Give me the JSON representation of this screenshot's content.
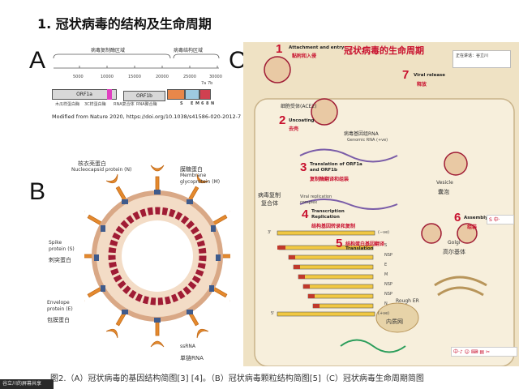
{
  "slide": {
    "title": "1. 冠状病毒的结构及生命周期",
    "caption": "图2.（A）冠状病毒的基因结构简图[3] [4]。（B）冠状病毒颗粒结构简图[5]（C）冠状病毒生命周期简图"
  },
  "panel_a": {
    "letter": "A",
    "region_replication": "病毒复制酶区域",
    "region_structure": "病毒结构区域",
    "ticks": [
      "5000",
      "10000",
      "15000",
      "20000",
      "25000",
      "30000"
    ],
    "orf1a": "ORF1a",
    "orf1b": "ORF1b",
    "sub_labels": [
      "木瓜样蛋白酶",
      "3C样蛋白酶",
      "RNA复合体",
      "RNA聚合酶"
    ],
    "gene_labels": [
      "S",
      "E",
      "M",
      "6",
      "8",
      "N"
    ],
    "top_labels": [
      "7a",
      "7b"
    ],
    "citation": "Modified from Nature 2020, https://doi.org/10.1038/s41586-020-2012-7"
  },
  "panel_b": {
    "letter": "B",
    "nucleocapsid_cn": "核衣壳蛋白",
    "nucleocapsid_en": "Nucleocapsid protein (N)",
    "membrane_cn": "膜糖蛋白",
    "membrane_en1": "Membrane",
    "membrane_en2": "glycoprotein (M)",
    "spike_en1": "Spike",
    "spike_en2": "protein (S)",
    "spike_cn": "刺突蛋白",
    "envelope_en1": "Envelope",
    "envelope_en2": "protein (E)",
    "envelope_cn": "包膜蛋白",
    "ssrna_en": "ssRNA",
    "ssrna_cn": "单链RNA"
  },
  "panel_c": {
    "letter": "C",
    "title": "冠状病毒的生命周期",
    "step1_en1": "Attachment and entry",
    "step1_cn": "黏附和入侵",
    "receptor": "细胞受体(ACE2)",
    "step2_en": "Uncoating",
    "step2_cn": "去壳",
    "genomic_cn": "病毒基因组RNA",
    "genomic_en": "Genomic RNA (+ve)",
    "step3_en1": "Translation of ORF1a",
    "step3_en2": "and ORF1b",
    "step3_cn": "复制酶翻译和组装",
    "complex_cn1": "病毒复制",
    "complex_cn2": "复合体",
    "complex_en1": "Viral replication",
    "complex_en2": "complex",
    "step4_en1": "Transcription",
    "step4_en2": "Replication",
    "step4_cn": "结构基因转录和复制",
    "step5_cn": "结构蛋白基因翻译",
    "step5_en": "Translation",
    "ve_minus": "(−ve)",
    "ve_plus": "(+ve)",
    "prime3": "3'",
    "prime5": "5'",
    "proteins": [
      "S",
      "NSP",
      "E",
      "M",
      "NSP",
      "NSP",
      "N"
    ],
    "rough_er": "Rough ER",
    "er_cn": "内质网",
    "golgi_en": "Golgi",
    "golgi_cn": "高尔基体",
    "vesicle_en": "Vesicle",
    "vesicle_cn": "囊泡",
    "step6_en": "Assembly",
    "step6_cn": "组装",
    "step7_en": "Viral release",
    "step7_cn": "释放",
    "nums": [
      "1",
      "2",
      "3",
      "4",
      "5",
      "6",
      "7"
    ]
  },
  "overlay": {
    "chat_line": "正在讲话：谷立川",
    "bottom_tag": "谷立川的屏幕共享",
    "toolbar_text": "中·♪ ☺ ⌨ ▤ ✂",
    "s_badge": "S 中·"
  },
  "colors": {
    "spike": "#e58a2e",
    "rna": "#a01c35",
    "lifecycle_bg": "#efe2c4",
    "accent_red": "#c8102e"
  }
}
